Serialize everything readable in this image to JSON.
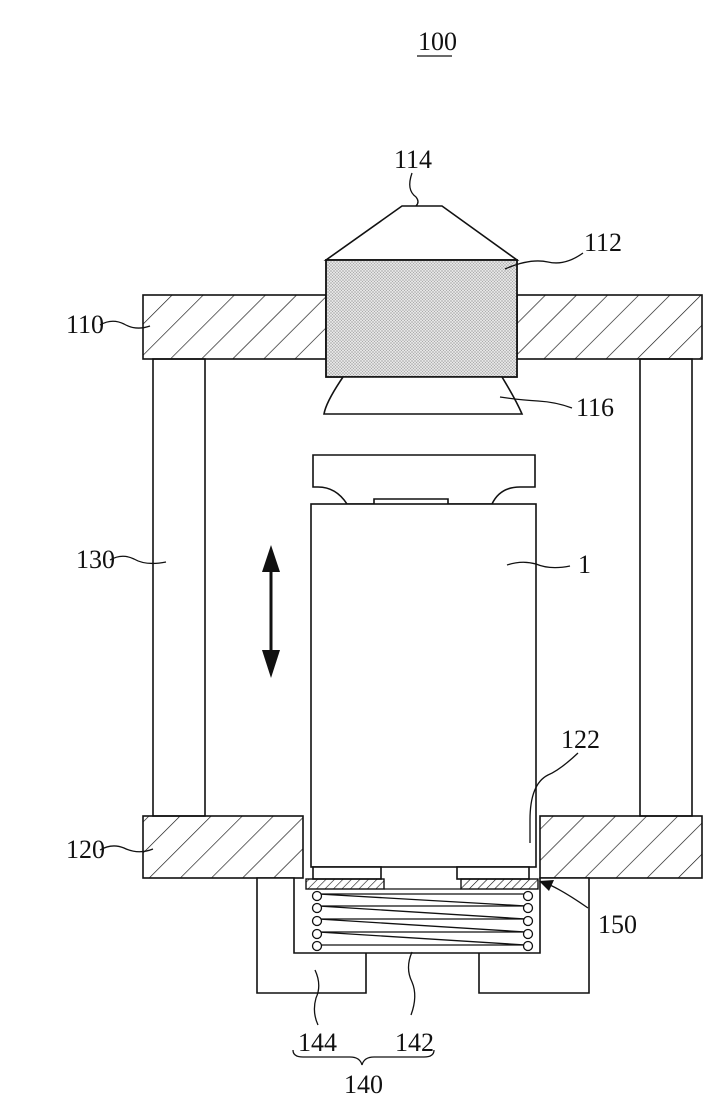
{
  "figure": {
    "title_ref": "100",
    "labels": {
      "frame_top": "110",
      "lens_unit": "112",
      "lens_tip": "114",
      "lens_bottom": "116",
      "base_plate": "120",
      "base_opening": "122",
      "side_post": "130",
      "elastic_unit": "140",
      "spring": "142",
      "spring_housing": "144",
      "pad": "150",
      "device": "1"
    }
  }
}
